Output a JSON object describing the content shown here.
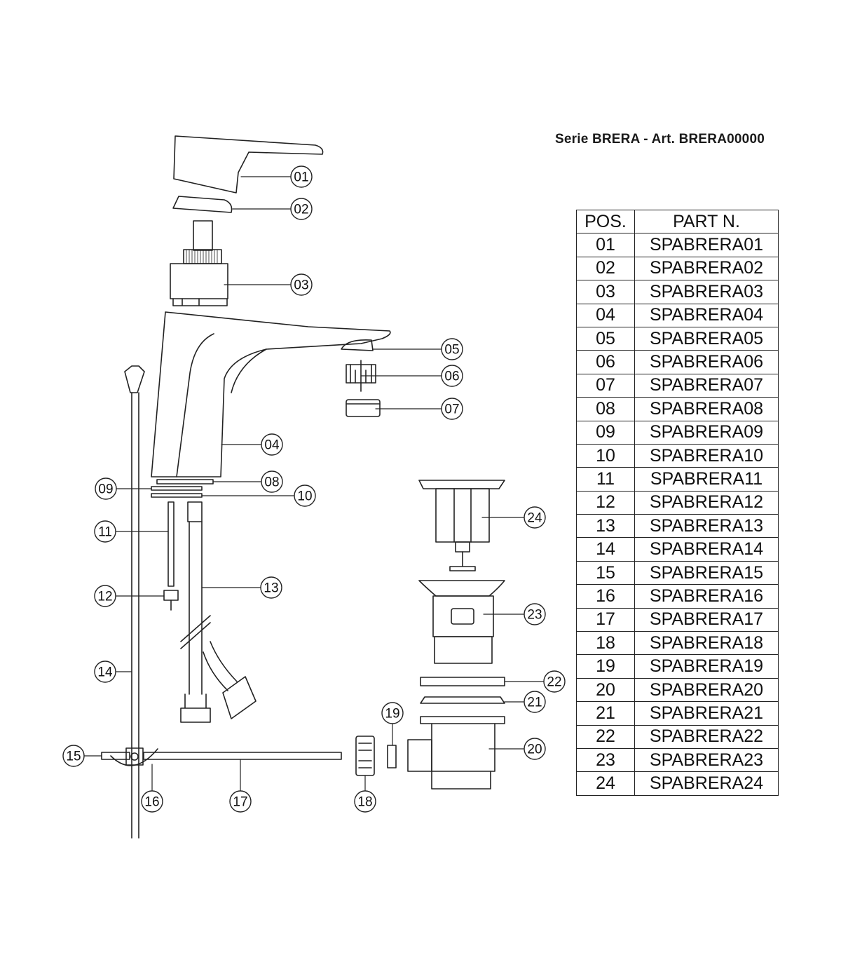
{
  "title": "Serie BRERA - Art. BRERA00000",
  "table": {
    "headers": [
      "POS.",
      "PART N."
    ],
    "rows": [
      [
        "01",
        "SPABRERA01"
      ],
      [
        "02",
        "SPABRERA02"
      ],
      [
        "03",
        "SPABRERA03"
      ],
      [
        "04",
        "SPABRERA04"
      ],
      [
        "05",
        "SPABRERA05"
      ],
      [
        "06",
        "SPABRERA06"
      ],
      [
        "07",
        "SPABRERA07"
      ],
      [
        "08",
        "SPABRERA08"
      ],
      [
        "09",
        "SPABRERA09"
      ],
      [
        "10",
        "SPABRERA10"
      ],
      [
        "11",
        "SPABRERA11"
      ],
      [
        "12",
        "SPABRERA12"
      ],
      [
        "13",
        "SPABRERA13"
      ],
      [
        "14",
        "SPABRERA14"
      ],
      [
        "15",
        "SPABRERA15"
      ],
      [
        "16",
        "SPABRERA16"
      ],
      [
        "17",
        "SPABRERA17"
      ],
      [
        "18",
        "SPABRERA18"
      ],
      [
        "19",
        "SPABRERA19"
      ],
      [
        "20",
        "SPABRERA20"
      ],
      [
        "21",
        "SPABRERA21"
      ],
      [
        "22",
        "SPABRERA22"
      ],
      [
        "23",
        "SPABRERA23"
      ],
      [
        "24",
        "SPABRERA24"
      ]
    ]
  },
  "callouts": [
    "01",
    "02",
    "03",
    "04",
    "05",
    "06",
    "07",
    "08",
    "09",
    "10",
    "11",
    "12",
    "13",
    "14",
    "15",
    "16",
    "17",
    "18",
    "19",
    "20",
    "21",
    "22",
    "23",
    "24"
  ]
}
